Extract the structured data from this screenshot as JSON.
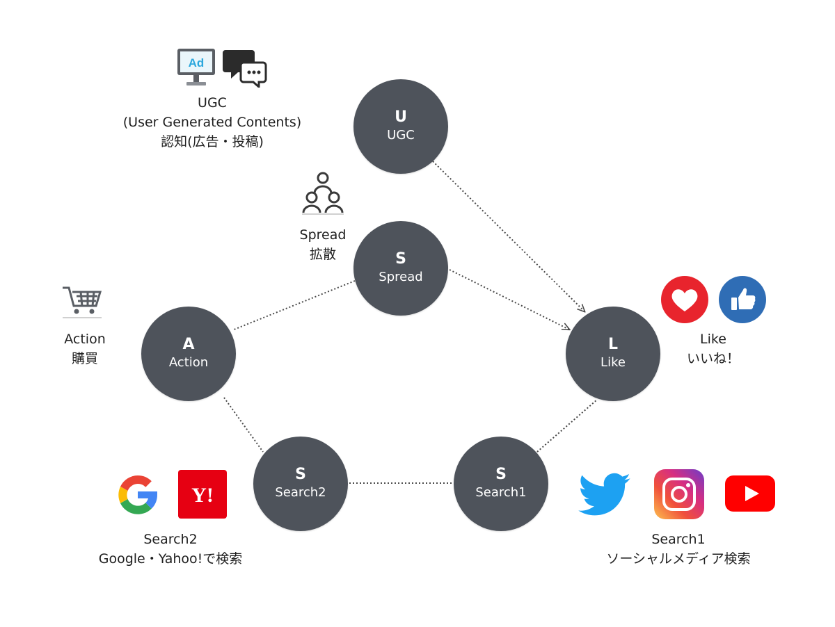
{
  "nodes": {
    "ugc": {
      "letter": "U",
      "name": "UGC"
    },
    "spread": {
      "letter": "S",
      "name": "Spread"
    },
    "action": {
      "letter": "A",
      "name": "Action"
    },
    "like": {
      "letter": "L",
      "name": "Like"
    },
    "search2": {
      "letter": "S",
      "name": "Search2"
    },
    "search1": {
      "letter": "S",
      "name": "Search1"
    }
  },
  "captions": {
    "ugc": {
      "line1": "UGC",
      "line2": "(User Generated Contents)",
      "line3": "認知(広告・投稿)"
    },
    "spread": {
      "line1": "Spread",
      "line2": "拡散"
    },
    "action": {
      "line1": "Action",
      "line2": "購買"
    },
    "like": {
      "line1": "Like",
      "line2": "いいね！"
    },
    "search2": {
      "line1": "Search2",
      "line2": "Google・Yahoo!で検索"
    },
    "search1": {
      "line1": "Search1",
      "line2": "ソーシャルメディア検索"
    }
  },
  "icons": {
    "ad_text": "Ad",
    "yahoo_text": "Y!",
    "google_text": "G"
  },
  "colors": {
    "node": "#4e535b",
    "edge": "#4a4a4a",
    "google_blue": "#4285f4",
    "google_red": "#ea4335",
    "google_yellow": "#fbbc05",
    "google_green": "#34a853",
    "yahoo": "#e60012",
    "twitter": "#1da1f2",
    "youtube": "#ff0000",
    "heart": "#e8242d",
    "thumb": "#2f6db5"
  }
}
